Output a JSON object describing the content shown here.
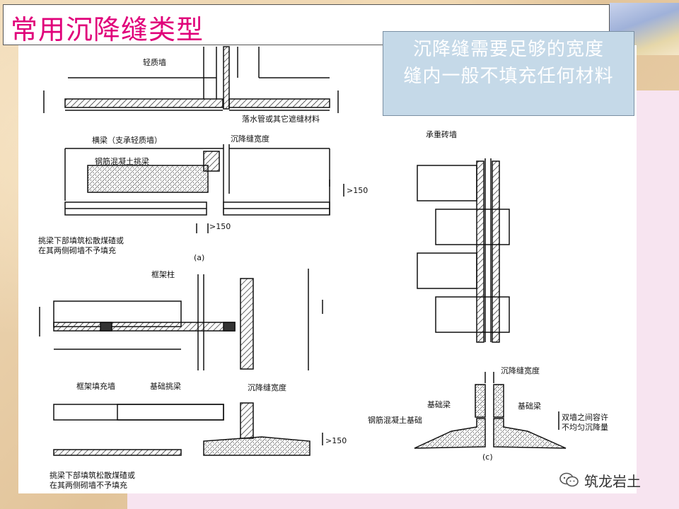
{
  "slide": {
    "title": "常用沉降缝类型",
    "note_lines": [
      "沉降缝需要足够的宽度",
      "缝内一般不填充任何材料"
    ]
  },
  "figure_a": {
    "labels": {
      "light_wall": "轻质墙",
      "drain_pipe": "落水管或其它遮缝材料",
      "cross_beam": "横梁（支承轻质墙）",
      "joint_width": "沉降缝宽度",
      "rc_cantilever": "钢筋混凝土挑梁",
      "dim_150_right": ">150",
      "dim_150_bottom": ">150",
      "note_line1": "挑梁下部填筑松散煤碴或",
      "note_line2": "在其两侧砌墙不予填充",
      "caption": "(a)"
    }
  },
  "figure_b": {
    "labels": {
      "frame_column": "框架柱",
      "frame_infill_wall": "框架填充墙",
      "foundation_cantilever": "基础挑梁",
      "joint_width": "沉降缝宽度",
      "dim_150": ">150",
      "note_line1": "挑梁下部填筑松散煤碴或",
      "note_line2": "在其两侧砌墙不予填充"
    }
  },
  "figure_c": {
    "labels": {
      "bearing_brick_wall": "承重砖墙",
      "joint_width": "沉降缝宽度",
      "foundation_beam_left": "基础梁",
      "foundation_beam_right": "基础梁",
      "rc_foundation": "钢筋混凝土基础",
      "allowance_line1": "双墙之间容许",
      "allowance_line2": "不均匀沉降量",
      "caption": "(c)"
    }
  },
  "watermark": {
    "text": "筑龙岩土",
    "icon": "wechat-icon"
  },
  "colors": {
    "title": "#e0007a",
    "note_bg": "#c5d9e8",
    "note_text": "#ffffff"
  }
}
